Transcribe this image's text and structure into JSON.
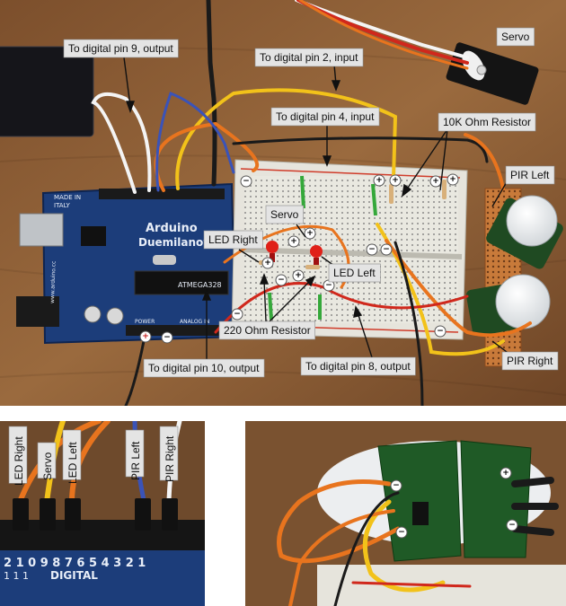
{
  "main_photo": {
    "callouts": {
      "pin9": "To digital pin 9, output",
      "pin2": "To digital pin 2, input",
      "pin4": "To digital pin 4, input",
      "resistor10k": "10K Ohm Resistor",
      "servo_top": "Servo",
      "pir_left": "PIR Left",
      "servo_mid": "Servo",
      "led_right": "LED Right",
      "led_left": "LED Left",
      "resistor220": "220 Ohm Resistor",
      "pin10": "To digital pin 10, output",
      "pin8": "To digital pin 8, output",
      "pir_right": "PIR Right"
    },
    "board": {
      "made_in": "MADE IN",
      "italy": "ITALY",
      "name_line1": "Arduino",
      "name_line2": "Duemilanove",
      "chip": "ATMEGA328",
      "site": "www.arduino.cc",
      "power": "POWER",
      "analog": "ANALOG IN"
    },
    "polarity": {
      "plus": "+",
      "minus": "−"
    }
  },
  "inset_left": {
    "labels": [
      "LED Right",
      "Servo",
      "LED Left",
      "PIR Left",
      "PIR Right"
    ],
    "header_numbers": "2  1  0  9  8     7  6  5  4  3  2  1",
    "header_tens": "1  1  1",
    "digital": "DIGITAL"
  },
  "inset_right": {
    "polarity": {
      "plus": "+",
      "minus": "−"
    }
  },
  "colors": {
    "wood": "#8a5a33",
    "board_blue": "#1c3d7a",
    "wire_orange": "#e8741e",
    "wire_yellow": "#f2c21a",
    "wire_red": "#d0281c",
    "wire_black": "#1a1a1a",
    "wire_blue": "#3a53b8",
    "wire_white": "#f4f4f4",
    "wire_green": "#35a83a",
    "label_bg": "#e4e4e4"
  }
}
